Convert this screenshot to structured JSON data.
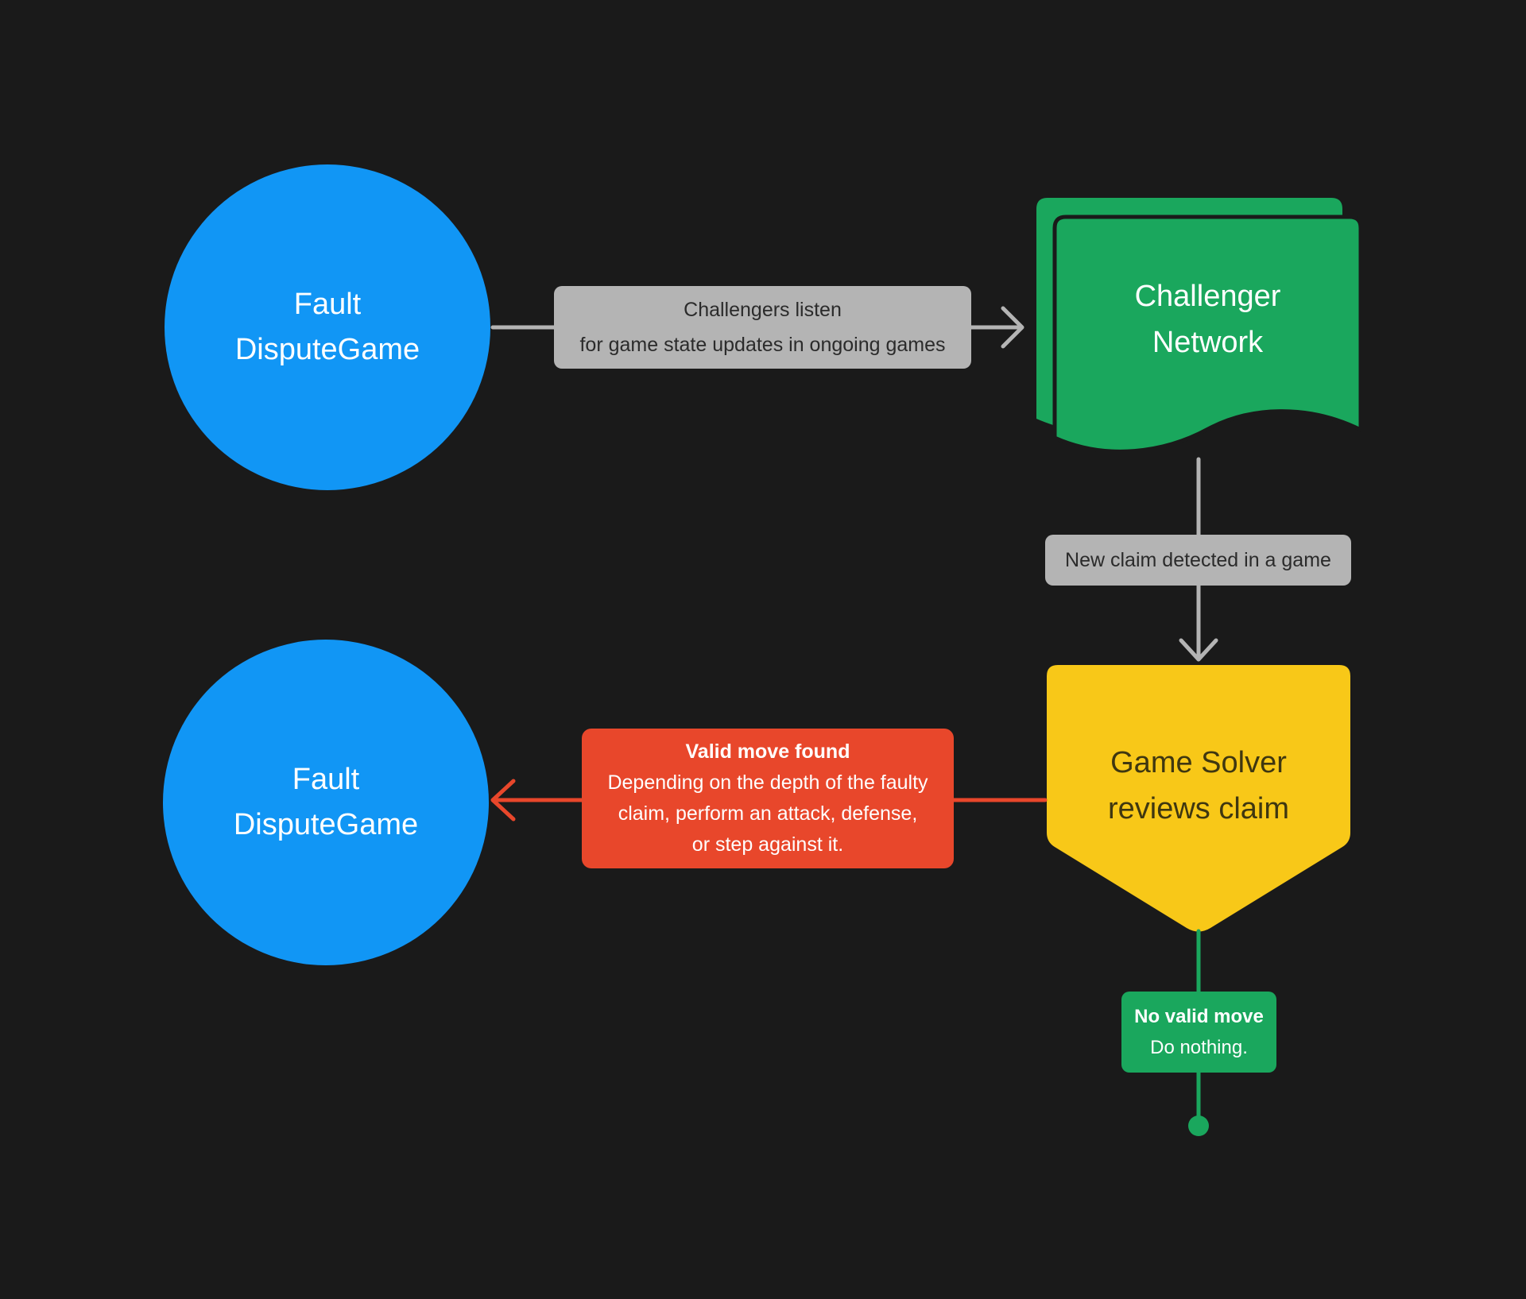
{
  "diagram": {
    "node_fault_top": {
      "line1": "Fault",
      "line2": "DisputeGame"
    },
    "node_challenger": {
      "line1": "Challenger",
      "line2": "Network"
    },
    "node_fault_bottom": {
      "line1": "Fault",
      "line2": "DisputeGame"
    },
    "node_game_solver": {
      "line1": "Game Solver",
      "line2": "reviews claim"
    },
    "label_listen": {
      "line1": "Challengers listen",
      "line2": "for game state updates in ongoing games"
    },
    "label_new_claim": "New claim detected in a game",
    "label_valid_move": {
      "title": "Valid move found",
      "line1": "Depending on the depth of the faulty",
      "line2": "claim, perform an attack, defense,",
      "line3": "or step against it."
    },
    "label_no_valid_move": {
      "title": "No valid move",
      "line1": "Do nothing."
    }
  },
  "colors": {
    "background": "#1a1a1a",
    "blue_node": "#1196f5",
    "green_node": "#1aa75d",
    "yellow_node": "#f8c818",
    "red_box": "#e8472b",
    "gray_label": "#b4b4b4",
    "gray_label_text": "#2b2b2b",
    "yellow_node_text": "#3f3710",
    "white_text": "#ffffff"
  }
}
